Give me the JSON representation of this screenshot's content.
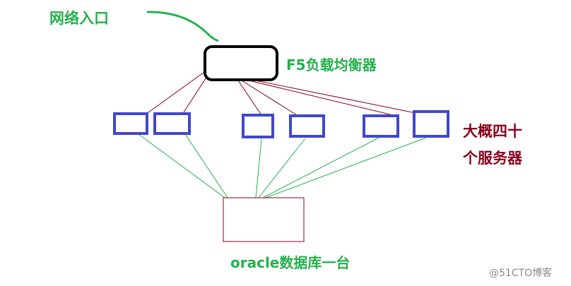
{
  "labels": {
    "network_entry": "网络入口",
    "f5_balancer": "F5负载均衡器",
    "servers_line1": "大概四十",
    "servers_line2": "个服务器",
    "oracle_db": "oracle数据库一台"
  },
  "watermark": "@51CTO博客",
  "colors": {
    "green_text": "#22b14c",
    "dark_red_text": "#88001b",
    "server_box": "#3f48cc",
    "balancer_border": "#000000",
    "upper_links": "#88001b",
    "lower_links": "#22b14c",
    "db_border": "#88001b",
    "watermark": "#8a8a8a"
  }
}
